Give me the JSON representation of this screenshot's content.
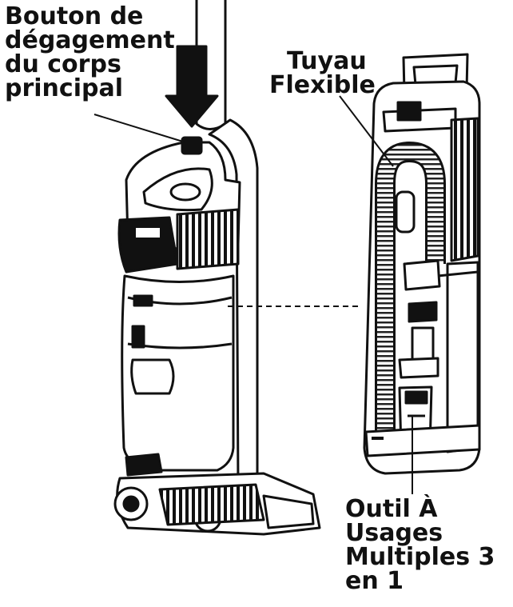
{
  "labels": {
    "release_button": [
      "Bouton de",
      "dégagement",
      "du corps",
      "principal"
    ],
    "flexible_hose": [
      "Tuyau",
      "Flexible"
    ],
    "multi_tool": [
      "Outil À",
      "Usages",
      "Multiples 3",
      "en 1"
    ]
  },
  "colors": {
    "ink": "#111111",
    "paper": "#ffffff",
    "shade": "#3a3a3a"
  }
}
